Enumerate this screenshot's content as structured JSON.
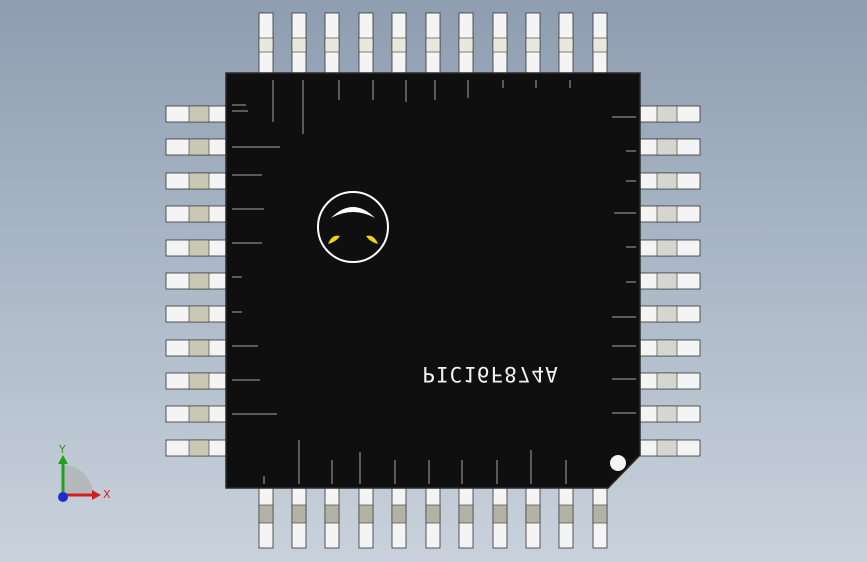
{
  "chip": {
    "part_number": "PIC16F874A",
    "logo": "microchip-logo"
  },
  "pins": {
    "top_count": 11,
    "bottom_count": 11,
    "left_count": 11,
    "right_count": 11
  },
  "triad": {
    "x_label": "X",
    "y_label": "Y",
    "x_color": "#d22020",
    "y_color": "#1fa11f",
    "z_color": "#1f2bd2"
  },
  "colors": {
    "chip_body": "#0f0f0f",
    "pin_fill": "#f4f4f4",
    "pin_band": "#c9c8b4"
  }
}
